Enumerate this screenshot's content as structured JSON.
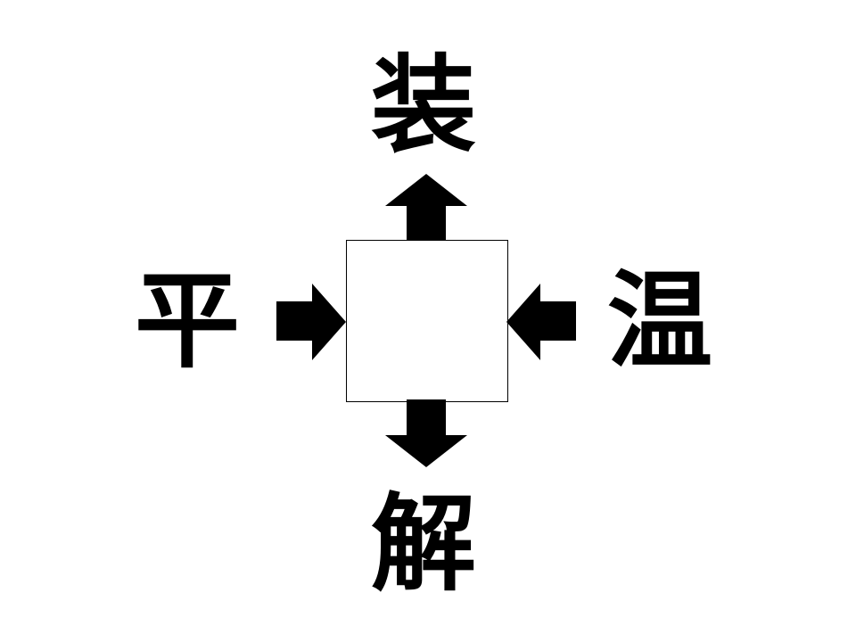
{
  "puzzle": {
    "top_kanji": "装",
    "bottom_kanji": "解",
    "left_kanji": "平",
    "right_kanji": "温",
    "answer": ""
  },
  "colors": {
    "ink": "#000000",
    "background": "#ffffff",
    "box_border": "#000000"
  },
  "icons": {
    "up": "arrow-up-icon",
    "down": "arrow-down-icon",
    "left_incoming": "arrow-right-icon",
    "right_incoming": "arrow-left-icon"
  }
}
